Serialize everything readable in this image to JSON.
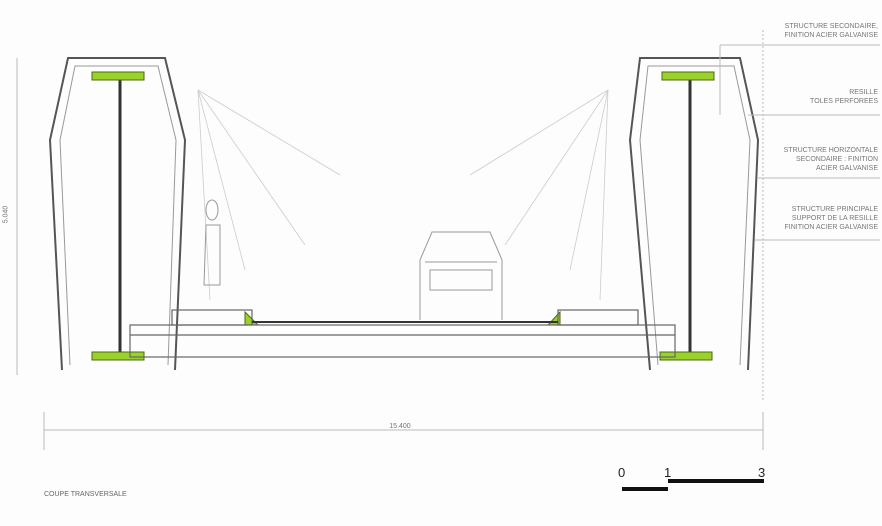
{
  "title": "COUPE TRANSVERSALE",
  "dimensions": {
    "width": "15.400",
    "height": "5.040"
  },
  "annotations": [
    "STRUCTURE SECONDAIRE,\nFINITION ACIER GALVANISE",
    "RESILLE\nTOLES PERFOREES",
    "STRUCTURE HORIZONTALE\nSECONDAIRE : FINITION\nACIER GALVANISE",
    "STRUCTURE PRINCIPALE\nSUPPORT DE LA RESILLE\nFINITION ACIER GALVANISE"
  ],
  "scale_bar": {
    "labels": [
      "0",
      "1",
      "3"
    ]
  },
  "colors": {
    "accent": "#9ad12a",
    "line": "#555555",
    "light": "#bbbbbb"
  }
}
